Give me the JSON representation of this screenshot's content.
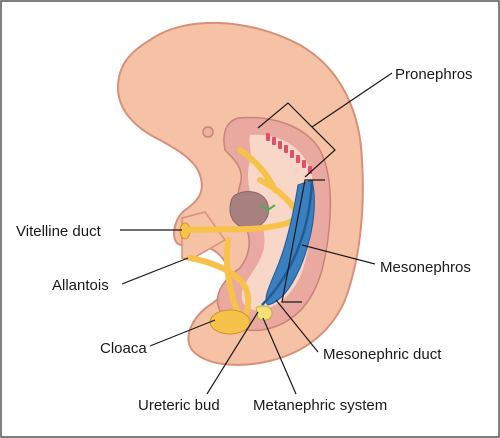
{
  "labels": {
    "pronephros": "Pronephros",
    "mesonephros": "Mesonephros",
    "mesonephric_duct": "Mesonephric duct",
    "metanephric_system": "Metanephric system",
    "ureteric_bud": "Ureteric bud",
    "cloaca": "Cloaca",
    "allantois": "Allantois",
    "vitelline_duct": "Vitelline duct"
  },
  "colors": {
    "embryo_skin": "#f5c2a6",
    "embryo_outline": "#d8907a",
    "cavity": "#e9a8a0",
    "inner_tissue": "#f8d7c9",
    "gut": "#f7c24a",
    "pronephros": "#e0506a",
    "mesonephros": "#3a7fc0",
    "mesonephros_light": "#7fb1e0",
    "metanephros": "#f3e07a",
    "heart": "#a88080",
    "leader": "#1a1a1a"
  }
}
